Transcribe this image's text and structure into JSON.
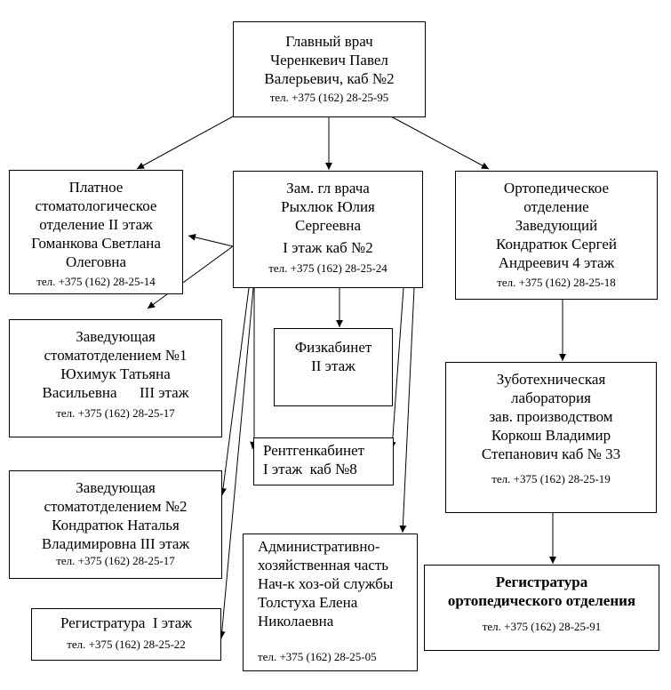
{
  "chief": {
    "lines": [
      "Главный врач",
      "Черенкевич Павел",
      "Валерьевич, каб №2"
    ],
    "tel": "тел. +375 (162) 28-25-95"
  },
  "deputy": {
    "lines": [
      "Зам. гл врача",
      "Рыхлюк Юлия",
      "Сергеевна",
      "I этаж каб №2"
    ],
    "tel": "тел. +375 (162) 28-25-24"
  },
  "paid_dept": {
    "lines": [
      "Платное",
      "стоматологическое",
      "отделение II этаж",
      "Гоманкова Светлана",
      "Олеговна"
    ],
    "tel": "тел. +375 (162) 28-25-14"
  },
  "ortho_dept": {
    "lines": [
      "Ортопедическое",
      "отделение",
      "Заведующий",
      "Кондратюк Сергей",
      "Андреевич 4 этаж"
    ],
    "tel": "тел. +375 (162) 28-25-18"
  },
  "dept1": {
    "lines": [
      "Заведующая",
      "стоматотделением №1",
      "Юхимук Татьяна",
      "Васильевна      III этаж"
    ],
    "tel": "тел. +375 (162) 28-25-17"
  },
  "physio": {
    "lines": [
      "Физкабинет",
      "II этаж"
    ]
  },
  "dental_lab": {
    "lines": [
      "Зуботехническая",
      "лаборатория",
      "зав. производством",
      "Коркош Владимир",
      "Степанович каб № 33"
    ],
    "tel": "тел. +375 (162) 28-25-19"
  },
  "xray": {
    "lines": [
      "Рентгенкабинет",
      "I этаж  каб №8"
    ]
  },
  "dept2": {
    "lines": [
      "Заведующая",
      "стоматотделением №2",
      "Кондратюк Наталья",
      "Владимировна III этаж"
    ],
    "tel": "тел. +375 (162) 28-25-17"
  },
  "admin": {
    "lines": [
      "Административно-",
      "хозяйственная часть",
      "Нач-к хоз-ой службы",
      "Толстуха Елена",
      "Николаевна"
    ],
    "tel": "тел. +375 (162) 28-25-05"
  },
  "ortho_reg": {
    "lines": [
      "Регистратура",
      "ортопедического отделения"
    ],
    "tel": "тел. +375 (162) 28-25-91"
  },
  "registry": {
    "lines": [
      "Регистратура  I этаж"
    ],
    "tel": "тел. +375 (162) 28-25-22"
  }
}
